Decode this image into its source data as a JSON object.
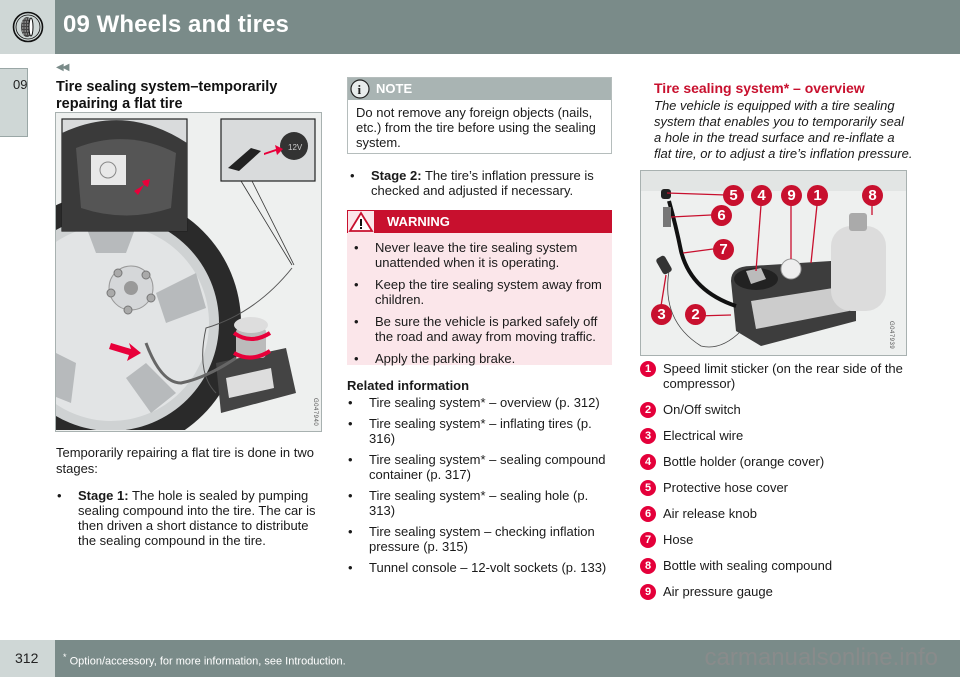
{
  "header": {
    "chapter_icon": "tire-icon",
    "title": "09 Wheels and tires"
  },
  "side_tab": {
    "chapter": "09"
  },
  "nav": {
    "back_icon": "double-chevron-left-icon",
    "back_glyph": "◀◀"
  },
  "column1": {
    "title": "Tire sealing system–temporarily repairing a flat tire",
    "figure": {
      "code": "G047940",
      "description": "Steering wheel speed sticker inset, 12V socket inset, compressor connected to tire valve"
    },
    "intro": "Temporarily repairing a flat tire is done in two stages:",
    "stages": [
      {
        "label": "Stage 1:",
        "text": " The hole is sealed by pumping sealing compound into the tire. The car is then driven a short distance to distribute the sealing compound in the tire."
      }
    ]
  },
  "column2": {
    "note": {
      "icon": "info-icon",
      "title": "NOTE",
      "text": "Do not remove any foreign objects (nails, etc.) from the tire before using the sealing system."
    },
    "stages": [
      {
        "label": "Stage 2:",
        "text": " The tire’s inflation pressure is checked and adjusted if necessary."
      }
    ],
    "warning": {
      "icon": "warning-triangle-icon",
      "title": "WARNING",
      "items": [
        "Never leave the tire sealing system unattended when it is operating.",
        "Keep the tire sealing system away from children.",
        "Be sure the vehicle is parked safely off the road and away from moving traffic.",
        "Apply the parking brake."
      ]
    },
    "related": {
      "title": "Related information",
      "items": [
        "Tire sealing system* – overview (p. 312)",
        "Tire sealing system* – inflating tires (p. 316)",
        "Tire sealing system* – sealing compound container (p. 317)",
        "Tire sealing system* – sealing hole (p. 313)",
        "Tire sealing system – checking inflation pressure (p. 315)",
        "Tunnel console – 12-volt sockets (p. 133)"
      ]
    }
  },
  "column3": {
    "title": "Tire sealing system* – overview",
    "lead": "The vehicle is equipped with a tire sealing system that enables you to temporarily seal a hole in the tread surface and re-inflate a flat tire, or to adjust a tire’s inflation pressure.",
    "figure": {
      "code": "G047939",
      "callouts": [
        "5",
        "4",
        "9",
        "1",
        "8",
        "6",
        "7",
        "3",
        "2"
      ]
    },
    "legend": [
      {
        "num": "1",
        "text": "Speed limit sticker (on the rear side of the compressor)"
      },
      {
        "num": "2",
        "text": "On/Off switch"
      },
      {
        "num": "3",
        "text": "Electrical wire"
      },
      {
        "num": "4",
        "text": "Bottle holder (orange cover)"
      },
      {
        "num": "5",
        "text": "Protective hose cover"
      },
      {
        "num": "6",
        "text": "Air release knob"
      },
      {
        "num": "7",
        "text": "Hose"
      },
      {
        "num": "8",
        "text": "Bottle with sealing compound"
      },
      {
        "num": "9",
        "text": "Air pressure gauge"
      }
    ]
  },
  "footer": {
    "page_number": "312",
    "asterisk": "*",
    "note": " Option/accessory, for more information, see Introduction.",
    "watermark": "carmanualsonline.info"
  },
  "colors": {
    "header_bar": "#7a8b89",
    "header_side": "#cfd7d6",
    "accent_red": "#c8102e",
    "callout_red": "#e4003a",
    "note_head": "#a9b4b3",
    "warning_bg": "#fbe6ea"
  }
}
